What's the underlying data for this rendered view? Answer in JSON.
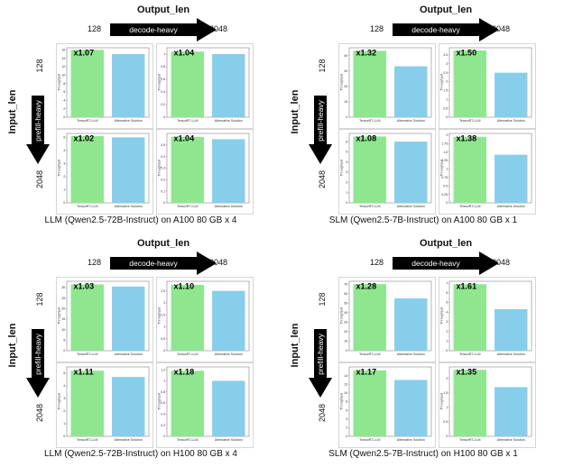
{
  "labels": {
    "output_len": "Output_len",
    "input_len": "Input_len",
    "decode_heavy": "decode-heavy",
    "prefill_heavy": "prefill-heavy",
    "len_128": "128",
    "len_2048": "2048"
  },
  "colors": {
    "ours": "#8fe68f",
    "alt": "#87ceeb",
    "arrow": "#000000"
  },
  "chart_data": [
    {
      "type": "bar",
      "title": "LLM (Qwen2.5-72B-Instruct) on A100 80 GB x 4",
      "panels": [
        {
          "input_len": "128",
          "output_len": "128",
          "ratio": "x1.07",
          "ylabel": "Throughput",
          "categories": [
            "TensorRT-LLM",
            "Alternative Solution"
          ],
          "values": [
            16.0,
            15.0
          ],
          "ylim": [
            0,
            16.5
          ],
          "yticks": [
            0,
            2,
            4,
            6,
            8,
            10,
            12,
            14,
            16
          ]
        },
        {
          "input_len": "128",
          "output_len": "2048",
          "ratio": "x1.04",
          "ylabel": "Throughput",
          "categories": [
            "TensorRT-LLM",
            "Alternative Solution"
          ],
          "values": [
            1.04,
            1.0
          ],
          "ylim": [
            0,
            1.1
          ],
          "yticks": [
            0.0,
            0.2,
            0.4,
            0.6,
            0.8,
            1.0
          ]
        },
        {
          "input_len": "2048",
          "output_len": "128",
          "ratio": "x1.02",
          "ylabel": "Throughput",
          "categories": [
            "TensorRT-LLM",
            "Alternative Solution"
          ],
          "values": [
            5.1,
            5.0
          ],
          "ylim": [
            0,
            5.3
          ],
          "yticks": [
            0,
            1,
            2,
            3,
            4,
            5
          ]
        },
        {
          "input_len": "2048",
          "output_len": "2048",
          "ratio": "x1.04",
          "ylabel": "Throughput",
          "categories": [
            "TensorRT-LLM",
            "Alternative Solution"
          ],
          "values": [
            0.57,
            0.55
          ],
          "ylim": [
            0,
            0.6
          ],
          "yticks": [
            0.0,
            0.1,
            0.2,
            0.3,
            0.4,
            0.5
          ]
        }
      ]
    },
    {
      "type": "bar",
      "title": "SLM (Qwen2.5-7B-Instruct) on A100 80 GB x 1",
      "panels": [
        {
          "input_len": "128",
          "output_len": "128",
          "ratio": "x1.32",
          "ylabel": "Throughput",
          "categories": [
            "TensorRT-LLM",
            "Alternative Solution"
          ],
          "values": [
            43,
            33
          ],
          "ylim": [
            0,
            45
          ],
          "yticks": [
            0,
            10,
            20,
            30,
            40
          ]
        },
        {
          "input_len": "128",
          "output_len": "2048",
          "ratio": "x1.50",
          "ylabel": "Throughput",
          "categories": [
            "TensorRT-LLM",
            "Alternative Solution"
          ],
          "values": [
            3.75,
            2.5
          ],
          "ylim": [
            0,
            3.9
          ],
          "yticks": [
            0.0,
            0.5,
            1.0,
            1.5,
            2.0,
            2.5,
            3.0,
            3.5
          ]
        },
        {
          "input_len": "2048",
          "output_len": "128",
          "ratio": "x1.08",
          "ylabel": "Throughput",
          "categories": [
            "TensorRT-LLM",
            "Alternative Solution"
          ],
          "values": [
            6.5,
            6.0
          ],
          "ylim": [
            0,
            6.8
          ],
          "yticks": [
            0,
            1,
            2,
            3,
            4,
            5,
            6
          ]
        },
        {
          "input_len": "2048",
          "output_len": "2048",
          "ratio": "x1.38",
          "ylabel": "Throughput",
          "categories": [
            "TensorRT-LLM",
            "Alternative Solution"
          ],
          "values": [
            1.95,
            1.42
          ],
          "ylim": [
            0,
            2.05
          ],
          "yticks": [
            0.0,
            0.25,
            0.5,
            0.75,
            1.0,
            1.25,
            1.5,
            1.75,
            2.0
          ]
        }
      ]
    },
    {
      "type": "bar",
      "title": "LLM (Qwen2.5-72B-Instruct) on H100 80 GB x 4",
      "panels": [
        {
          "input_len": "128",
          "output_len": "128",
          "ratio": "x1.03",
          "ylabel": "Throughput",
          "categories": [
            "TensorRT-LLM",
            "Alternative Solution"
          ],
          "values": [
            31.5,
            30.5
          ],
          "ylim": [
            0,
            33
          ],
          "yticks": [
            0,
            5,
            10,
            15,
            20,
            25,
            30
          ]
        },
        {
          "input_len": "128",
          "output_len": "2048",
          "ratio": "x1.10",
          "ylabel": "Throughput",
          "categories": [
            "TensorRT-LLM",
            "Alternative Solution"
          ],
          "values": [
            2.75,
            2.5
          ],
          "ylim": [
            0,
            2.9
          ],
          "yticks": [
            0.0,
            0.5,
            1.0,
            1.5,
            2.0,
            2.5
          ]
        },
        {
          "input_len": "2048",
          "output_len": "128",
          "ratio": "x1.11",
          "ylabel": "Throughput",
          "categories": [
            "TensorRT-LLM",
            "Alternative Solution"
          ],
          "values": [
            5.2,
            4.7
          ],
          "ylim": [
            0,
            5.5
          ],
          "yticks": [
            0,
            1,
            2,
            3,
            4,
            5
          ]
        },
        {
          "input_len": "2048",
          "output_len": "2048",
          "ratio": "x1.18",
          "ylabel": "Throughput",
          "categories": [
            "TensorRT-LLM",
            "Alternative Solution"
          ],
          "values": [
            1.18,
            1.0
          ],
          "ylim": [
            0,
            1.25
          ],
          "yticks": [
            0.0,
            0.2,
            0.4,
            0.6,
            0.8,
            1.0,
            1.2
          ]
        }
      ]
    },
    {
      "type": "bar",
      "title": "SLM (Qwen2.5-7B-Instruct) on H100 80 GB x 1",
      "panels": [
        {
          "input_len": "128",
          "output_len": "128",
          "ratio": "x1.28",
          "ylabel": "Throughput",
          "categories": [
            "TensorRT-LLM",
            "Alternative Solution"
          ],
          "values": [
            70,
            55
          ],
          "ylim": [
            0,
            73
          ],
          "yticks": [
            0,
            10,
            20,
            30,
            40,
            50,
            60,
            70
          ]
        },
        {
          "input_len": "128",
          "output_len": "2048",
          "ratio": "x1.61",
          "ylabel": "Throughput",
          "categories": [
            "TensorRT-LLM",
            "Alternative Solution"
          ],
          "values": [
            6.9,
            4.3
          ],
          "ylim": [
            0,
            7.2
          ],
          "yticks": [
            0,
            1,
            2,
            3,
            4,
            5,
            6,
            7
          ]
        },
        {
          "input_len": "2048",
          "output_len": "128",
          "ratio": "x1.17",
          "ylabel": "Throughput",
          "categories": [
            "TensorRT-LLM",
            "Alternative Solution"
          ],
          "values": [
            15.2,
            13.0
          ],
          "ylim": [
            0,
            16
          ],
          "yticks": [
            0,
            2,
            4,
            6,
            8,
            10,
            12,
            14
          ]
        },
        {
          "input_len": "2048",
          "output_len": "2048",
          "ratio": "x1.35",
          "ylabel": "Throughput",
          "categories": [
            "TensorRT-LLM",
            "Alternative Solution"
          ],
          "values": [
            2.3,
            1.7
          ],
          "ylim": [
            0,
            2.4
          ],
          "yticks": [
            0.0,
            0.5,
            1.0,
            1.5,
            2.0
          ]
        }
      ]
    }
  ]
}
